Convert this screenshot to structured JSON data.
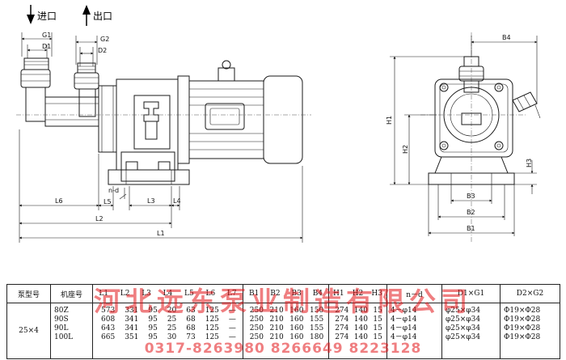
{
  "ports": {
    "inlet": "进口",
    "outlet": "出口"
  },
  "side_view": {
    "dims": {
      "G1": "G1",
      "D1": "D1",
      "G2": "G2",
      "D2": "D2",
      "nd": "n-d",
      "L1": "L1",
      "L2": "L2",
      "L3": "L3",
      "L4": "L4",
      "L5": "L5",
      "L6": "L6"
    }
  },
  "end_view": {
    "dims": {
      "B1": "B1",
      "B2": "B2",
      "B3": "B3",
      "B4": "B4",
      "H1": "H1",
      "H2": "H2",
      "H3": "H3"
    }
  },
  "table": {
    "header_pump_model": "泵型号",
    "header_frame_no": "机座号",
    "header_cols": [
      "L1",
      "L2",
      "L3",
      "L4",
      "L5",
      "L6",
      "L7"
    ],
    "header_b": [
      "B1",
      "B2",
      "B3",
      "B4"
    ],
    "header_h": [
      "H1",
      "H2",
      "H3"
    ],
    "header_nd": "n－d",
    "header_d1g1": "D1×G1",
    "header_d2g2": "D2×G2",
    "pump_model": "25×4",
    "frames": [
      "80Z",
      "90S",
      "90L",
      "100L"
    ],
    "rows_L": [
      [
        "573",
        "331",
        "95",
        "20",
        "63",
        "125",
        "—"
      ],
      [
        "608",
        "341",
        "95",
        "25",
        "68",
        "125",
        "—"
      ],
      [
        "643",
        "341",
        "95",
        "25",
        "68",
        "125",
        "—"
      ],
      [
        "665",
        "351",
        "95",
        "30",
        "73",
        "125",
        "—"
      ]
    ],
    "rows_B": [
      [
        "250",
        "210",
        "160",
        "150"
      ],
      [
        "250",
        "210",
        "160",
        "155"
      ],
      [
        "250",
        "210",
        "160",
        "155"
      ],
      [
        "250",
        "210",
        "160",
        "180"
      ]
    ],
    "rows_H": [
      [
        "274",
        "140",
        "15"
      ],
      [
        "274",
        "140",
        "15"
      ],
      [
        "274",
        "140",
        "15"
      ],
      [
        "274",
        "140",
        "15"
      ]
    ],
    "nd": [
      "4－φ14",
      "4－φ14",
      "4－φ14",
      "4－φ14"
    ],
    "d1g1": [
      "φ25×φ34",
      "φ25×φ34",
      "φ25×φ34",
      "φ25×φ34"
    ],
    "d2g2": [
      "Φ19×Φ28",
      "Φ19×Φ28",
      "Φ19×Φ28",
      "Φ19×Φ28"
    ]
  },
  "watermark": {
    "company": "河北远东泵业制造有限公司",
    "phones": "0317-8263980  8266649  8223128"
  }
}
